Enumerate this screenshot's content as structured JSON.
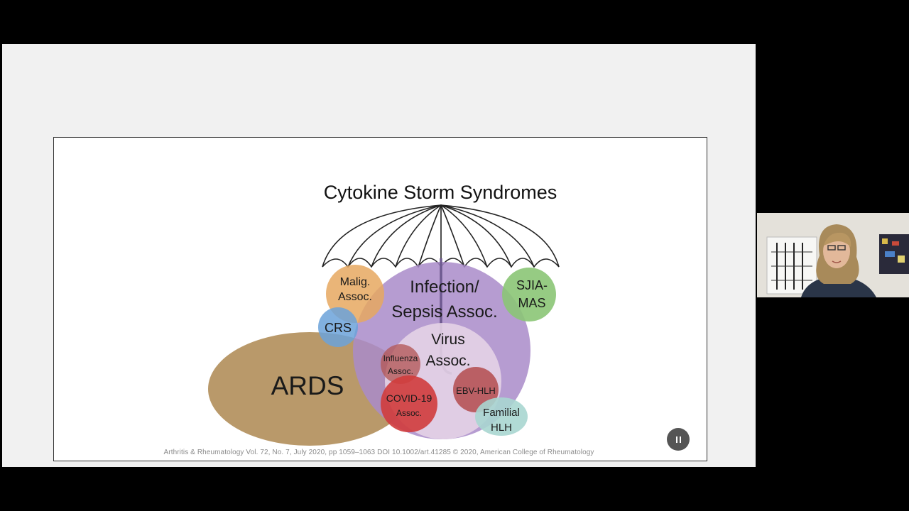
{
  "diagram": {
    "title": "Cytokine Storm Syndromes",
    "nodes": {
      "ards": "ARDS",
      "malig_1": "Malig.",
      "malig_2": "Assoc.",
      "crs": "CRS",
      "infection_1": "Infection/",
      "infection_2": "Sepsis Assoc.",
      "sjia_1": "SJIA-",
      "sjia_2": "MAS",
      "virus_1": "Virus",
      "virus_2": "Assoc.",
      "influenza_1": "Influenza",
      "influenza_2": "Assoc.",
      "covid_1": "COVID-19",
      "covid_2": "Assoc.",
      "ebv": "EBV-HLH",
      "familial_1": "Familial",
      "familial_2": "HLH"
    },
    "colors": {
      "ards": "#b18e5a",
      "malig": "#e6a860",
      "crs": "#6ba2d9",
      "infection": "#a98bc9",
      "sjia": "#8bc575",
      "virus": "#e6d4e6",
      "influenza": "#b45a5a",
      "covid": "#d03c3c",
      "ebv": "#b45052",
      "familial": "#a8d6d0"
    }
  },
  "citation": "Arthritis & Rheumatology Vol. 72, No. 7, July 2020, pp 1059–1063 DOI 10.1002/art.41285 © 2020, American College of Rheumatology"
}
